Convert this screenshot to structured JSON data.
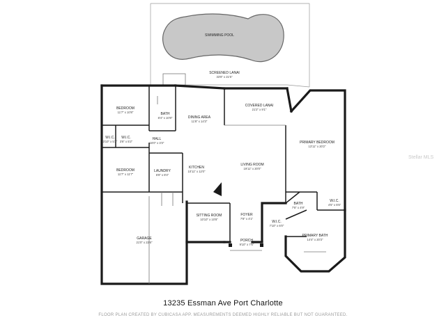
{
  "rooms": {
    "pool": {
      "name": "SWIMMING POOL",
      "dim": ""
    },
    "screened_lanai": {
      "name": "SCREENED LANAI",
      "dim": "33'8\" x 21'5\""
    },
    "covered_lanai": {
      "name": "COVERED LANAI",
      "dim": "21'2\" x 9'1\""
    },
    "bedroom_1": {
      "name": "BEDROOM",
      "dim": "11'7\" x 10'8\""
    },
    "bath_1": {
      "name": "BATH",
      "dim": "8'4\" x 10'8\""
    },
    "dining": {
      "name": "DINING AREA",
      "dim": "11'8\" x 14'3\""
    },
    "wic_1": {
      "name": "W.I.C.",
      "dim": "3'10\" x 5'2\""
    },
    "wic_2": {
      "name": "W.I.C.",
      "dim": "3'8\" x 5'2\""
    },
    "hall": {
      "name": "HALL",
      "dim": "16'0\" x 3'3\""
    },
    "primary_bedroom": {
      "name": "PRIMARY BEDROOM",
      "dim": "13'11\" x 20'2\""
    },
    "living_room": {
      "name": "LIVING ROOM",
      "dim": "19'11\" x 20'0\""
    },
    "bedroom_2": {
      "name": "BEDROOM",
      "dim": "11'7\" x 11'7\""
    },
    "laundry": {
      "name": "LAUNDRY",
      "dim": "6'8\" x 8'4\""
    },
    "kitchen": {
      "name": "KITCHEN",
      "dim": "10'11\" x 12'0\""
    },
    "bath_2": {
      "name": "BATH",
      "dim": "7'8\" x 4'9\""
    },
    "wic_3": {
      "name": "W.I.C.",
      "dim": "4'5\" x 5'5\""
    },
    "sitting_room": {
      "name": "SITTING ROOM",
      "dim": "10'10\" x 10'8\""
    },
    "foyer": {
      "name": "FOYER",
      "dim": "7'8\" x 4'1\""
    },
    "wic_4": {
      "name": "W.I.C.",
      "dim": "7'10\" x 6'0\""
    },
    "primary_bath": {
      "name": "PRIMARY BATH",
      "dim": "14'4\" x 20'3\""
    },
    "garage": {
      "name": "GARAGE",
      "dim": "21'0\" x 22'6\""
    },
    "porch": {
      "name": "PORCH",
      "dim": "9'10\" x 7'6\""
    }
  },
  "address": "13235 Essman Ave Port Charlotte",
  "disclaimer": "FLOOR PLAN CREATED BY CUBICASA APP. MEASUREMENTS DEEMED HIGHLY RELIABLE BUT NOT GUARANTEED.",
  "watermark": "Stellar MLS",
  "colors": {
    "wall": "#1a1a1a",
    "pool": "#c8c8c8",
    "text": "#222222"
  }
}
